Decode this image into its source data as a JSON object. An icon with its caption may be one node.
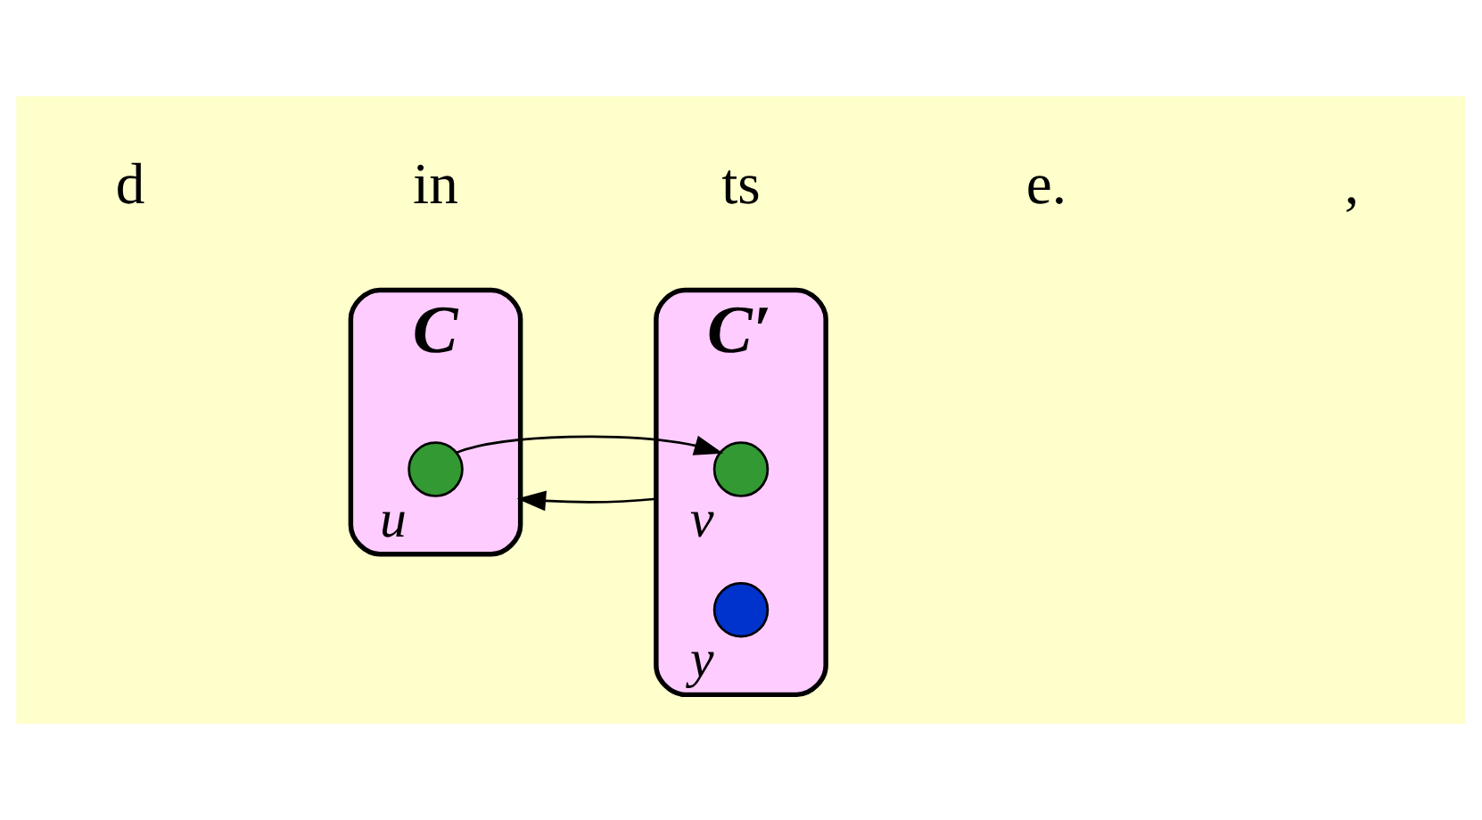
{
  "diagram": {
    "nodes": [
      {
        "text": [
          "C"
        ]
      },
      {
        "text": [
          "C′"
        ]
      },
      {
        "text": [],
        "shape": "circle",
        "beside": [
          "u"
        ],
        "in": 0
      },
      {
        "text": [],
        "shape": "circle",
        "beside": [
          "v"
        ],
        "in": 1
      },
      {
        "text": [],
        "shape": "circle",
        "beside": [
          "y"
        ],
        "in": 1
      }
    ],
    "edges": [
      {
        "from": 2,
        "to": 3,
        "arrow": "to"
      },
      {
        "from": 1,
        "to": 0,
        "arrow": "to"
      }
    ],
    "labels": [
      "d",
      "in",
      "ts",
      "e.",
      ","
    ]
  }
}
